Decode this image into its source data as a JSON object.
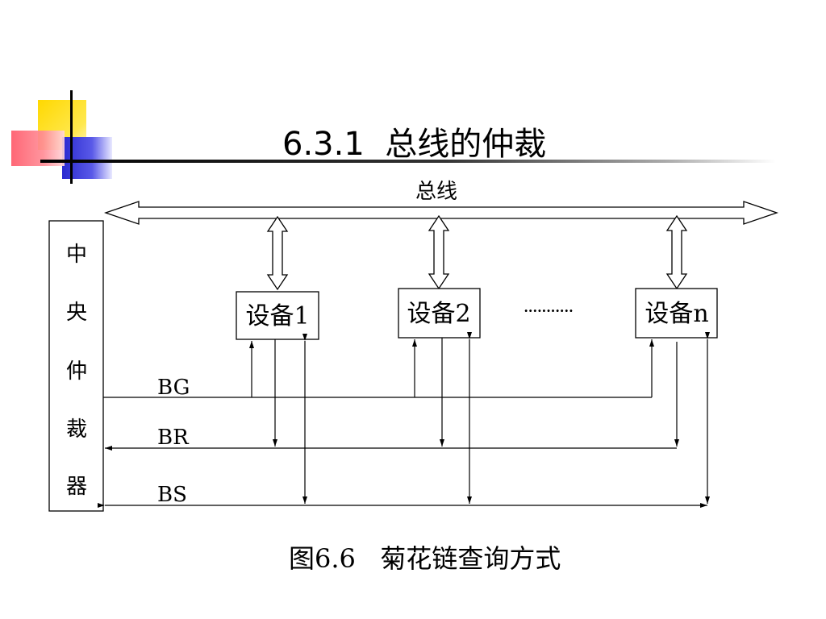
{
  "title": "6.3.1  总线的仲裁",
  "caption": "图6.6   菊花链查询方式",
  "diagram": {
    "bus_label": "总线",
    "arbiter_chars": [
      "中",
      "央",
      "仲",
      "裁",
      "器"
    ],
    "devices": [
      "设备1",
      "设备2",
      "设备n"
    ],
    "ellipsis": "...........",
    "signals": [
      "BG",
      "BR",
      "BS"
    ]
  }
}
